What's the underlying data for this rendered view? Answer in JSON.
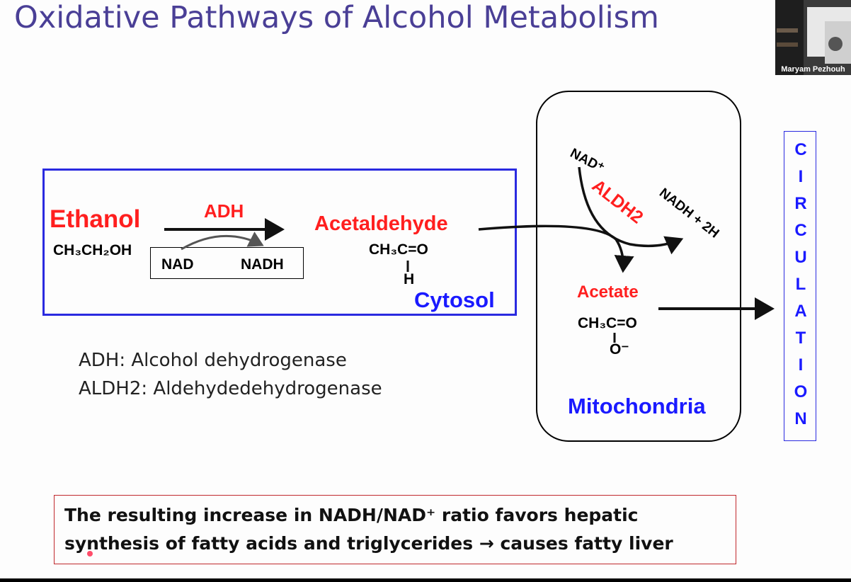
{
  "slide": {
    "title": "Oxidative Pathways of Alcohol Metabolism",
    "webcam": {
      "name": "Maryam Pezhouh"
    },
    "cytosol": {
      "ethanol_label": "Ethanol",
      "ethanol_formula": "CH₃CH₂OH",
      "enzyme": "ADH",
      "cofactor_in": "NAD",
      "cofactor_out": "NADH",
      "acetaldehyde_label": "Acetaldehyde",
      "acetaldehyde_formula_top": "CH₃C=O",
      "acetaldehyde_formula_bottom": "H",
      "compartment_label": "Cytosol"
    },
    "mitochondria": {
      "nad_plus": "NAD⁺",
      "enzyme": "ALDH2",
      "nadh_out": "NADH + 2H",
      "acetate_label": "Acetate",
      "acetate_formula_top": "CH₃C=O",
      "acetate_formula_bottom": "O⁻",
      "compartment_label": "Mitochondria"
    },
    "circulation": [
      "C",
      "I",
      "R",
      "C",
      "U",
      "L",
      "A",
      "T",
      "I",
      "O",
      "N"
    ],
    "legend": [
      "ADH: Alcohol dehydrogenase",
      "ALDH2: Aldehydedehydrogenase"
    ],
    "note": {
      "line1": "The resulting increase in NADH/NAD⁺ ratio favors hepatic",
      "line2": "synthesis of fatty acids and triglycerides → causes fatty liver"
    },
    "colors": {
      "title": "#4a3f96",
      "red": "#ff1f1f",
      "blue": "#1a1aff",
      "note_border": "#c0282d"
    }
  }
}
